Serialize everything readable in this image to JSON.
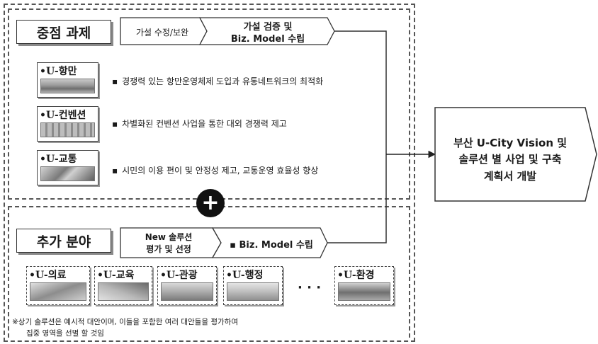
{
  "core": {
    "heading": "중점 과제",
    "step1": "가설 수정/보완",
    "step2_line1": "가설 검증 및",
    "step2_line2": "Biz. Model 수립",
    "items": [
      {
        "label": "•U-항만",
        "text": "경쟁력 있는 항만운영체제 도입과 유통네트워크의 최적화"
      },
      {
        "label": "•U-컨벤션",
        "text": "차별화된 컨벤션 사업을 통한 대외 경쟁력 제고"
      },
      {
        "label": "•U-교통",
        "text": "시민의 이용 편이 및 안정성 제고, 교통운영 효율성 향상"
      }
    ]
  },
  "plus_symbol": "+",
  "additional": {
    "heading": "추가 분야",
    "step1_line1": "New 솔루션",
    "step1_line2": "평가 및 선정",
    "step2": "▪ Biz. Model 수립",
    "items": [
      "•U-의료",
      "•U-교육",
      "•U-관광",
      "•U-행정",
      "•U-환경"
    ],
    "ellipsis": "· · ·"
  },
  "footnote": {
    "line1": "※상기 솔루션은 예시적 대안이며, 이들을 포함한 여러 대안들을 평가하여",
    "line2": "집중 영역을 선별 할 것임"
  },
  "target": {
    "line1": "부산 U-City Vision 및",
    "line2": "솔루션 별 사업 및 구축",
    "line3": "계획서 개발"
  },
  "colors": {
    "step_fill": "#ffffff",
    "border": "#333333",
    "dash": "#555555",
    "plus_fill": "#111111"
  }
}
